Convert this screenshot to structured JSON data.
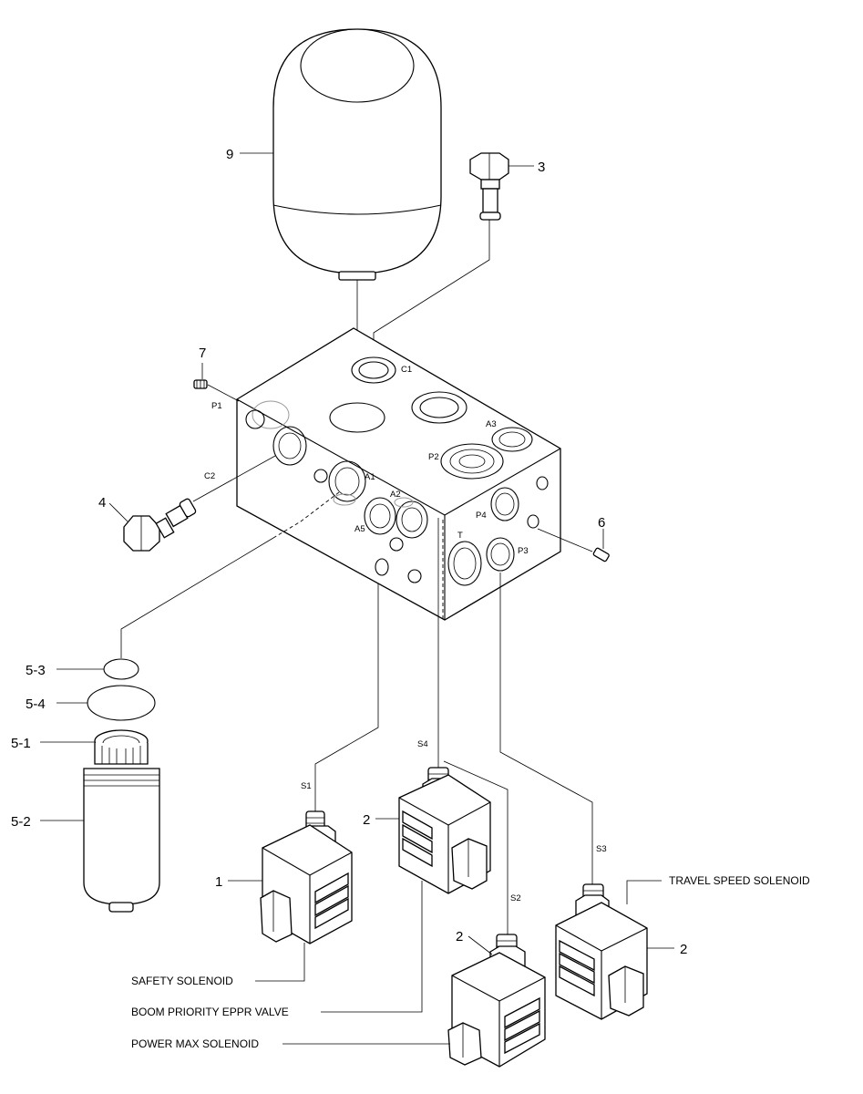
{
  "callouts": {
    "c9": "9",
    "c3": "3",
    "c7": "7",
    "c4": "4",
    "c6": "6",
    "c5_3": "5-3",
    "c5_4": "5-4",
    "c5_1": "5-1",
    "c5_2": "5-2",
    "c1": "1",
    "c2_a": "2",
    "c2_b": "2",
    "c2_c": "2"
  },
  "ports": {
    "c1": "C1",
    "c2": "C2",
    "p1": "P1",
    "p2": "P2",
    "p3": "P3",
    "p4": "P4",
    "a1": "A1",
    "a2": "A2",
    "a3": "A3",
    "a5": "A5",
    "t": "T",
    "s1": "S1",
    "s2": "S2",
    "s3": "S3",
    "s4": "S4"
  },
  "captions": {
    "safety": "SAFETY SOLENOID",
    "boom": "BOOM PRIORITY EPPR VALVE",
    "power": "POWER MAX SOLENOID",
    "travel": "TRAVEL SPEED SOLENOID"
  }
}
